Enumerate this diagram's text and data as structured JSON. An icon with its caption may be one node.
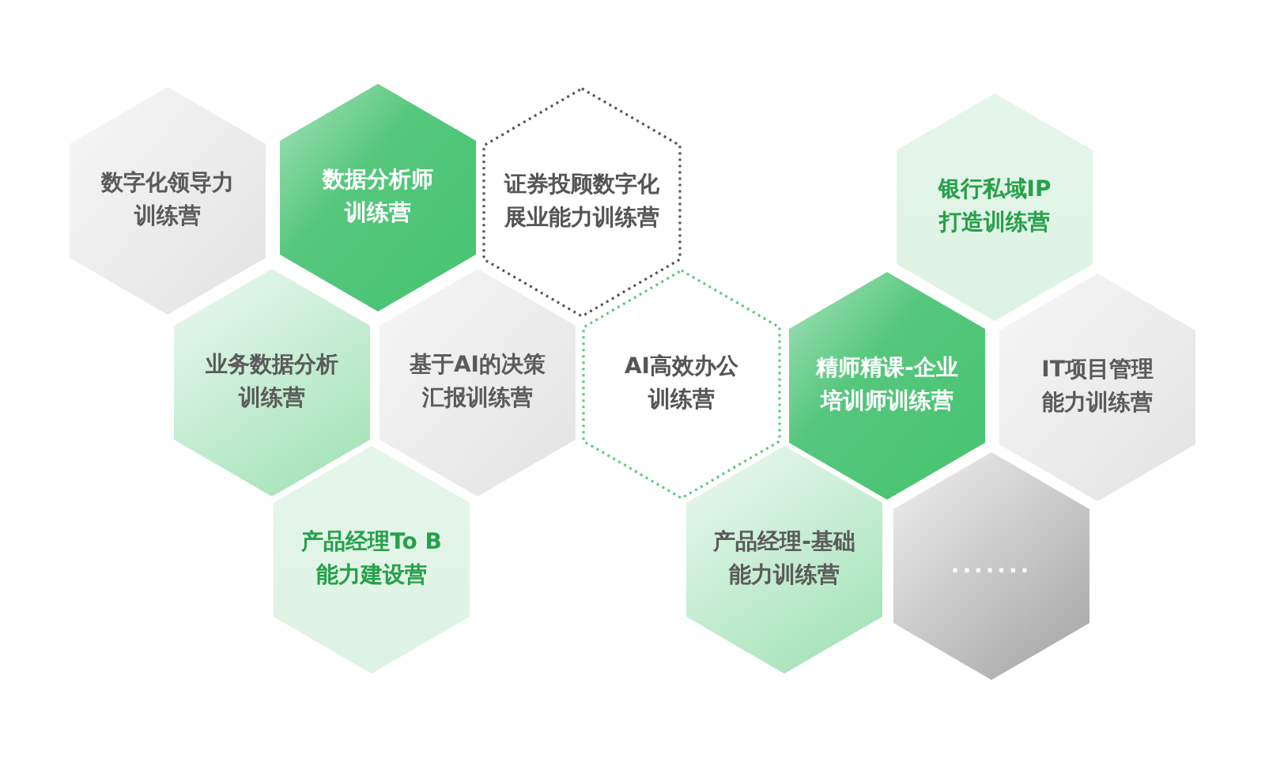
{
  "diagram": {
    "nodes": [
      {
        "text": [
          "数字化领导力训练营"
        ]
      },
      {
        "text": [
          "数据分析师训练营"
        ]
      },
      {
        "text": [
          "证券投顾数字化展业能力训练营"
        ]
      },
      {
        "text": [
          "业务数据分析训练营"
        ]
      },
      {
        "text": [
          "基于AI的决策汇报训练营"
        ]
      },
      {
        "text": [
          "AI高效办公训练营"
        ]
      },
      {
        "text": [
          "银行私域IP打造训练营"
        ]
      },
      {
        "text": [
          "精师精课-企业培训师训练营"
        ]
      },
      {
        "text": [
          "IT项目管理能力训练营"
        ]
      },
      {
        "text": [
          "产品经理To B能力建设营"
        ]
      },
      {
        "text": [
          "产品经理-基础能力训练营"
        ]
      },
      {
        "text": [
          "......."
        ]
      }
    ]
  }
}
